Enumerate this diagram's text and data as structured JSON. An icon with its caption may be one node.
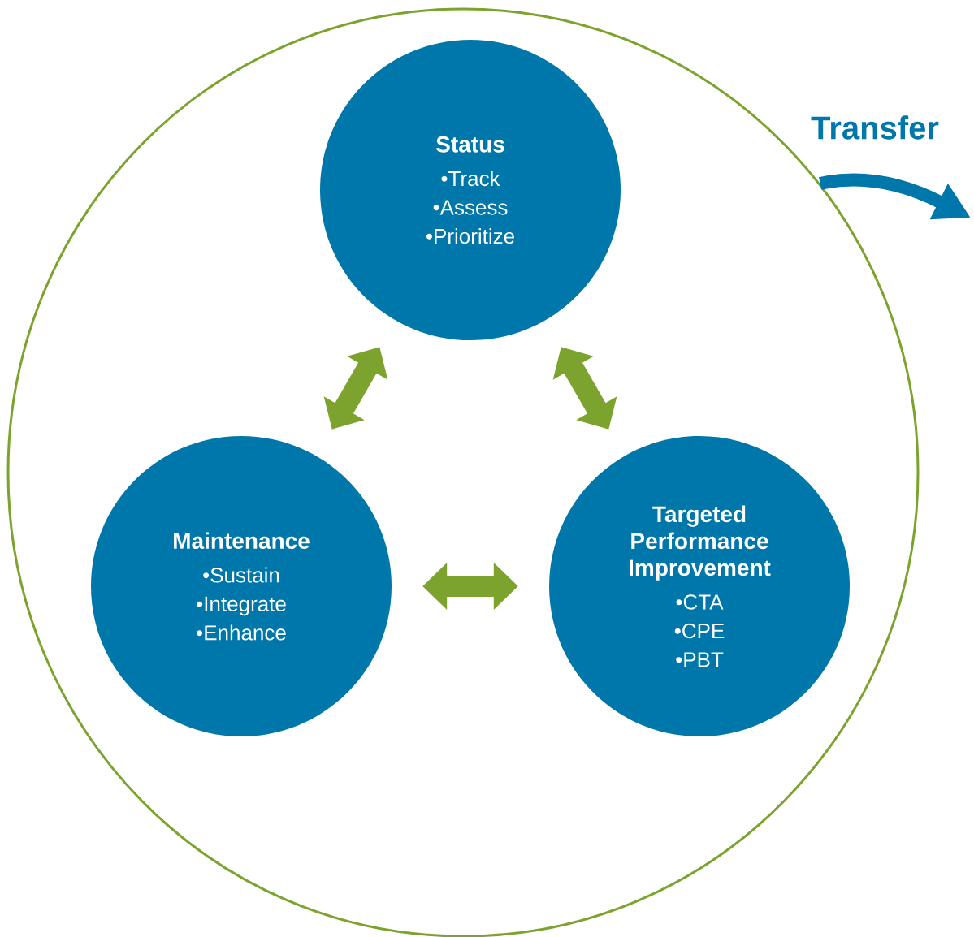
{
  "diagram": {
    "nodes": [
      {
        "text": [],
        "shape": "circle"
      },
      {
        "text": [
          "Status",
          "•Track",
          "•Assess",
          "•Prioritize"
        ],
        "in": 0
      },
      {
        "text": [
          "Maintenance",
          "•Sustain",
          "•Integrate",
          "•Enhance"
        ],
        "in": 0
      },
      {
        "text": [
          "Targeted Performance Improvement",
          "•CTA",
          "•CPE",
          "•PBT"
        ],
        "in": 0
      }
    ],
    "edges": [
      {
        "from": 1,
        "to": 2,
        "arrow": "both"
      },
      {
        "from": 1,
        "to": 3,
        "arrow": "both"
      },
      {
        "from": 2,
        "to": 3,
        "arrow": "both"
      },
      {
        "from": 0,
        "to": null,
        "arrow": "to",
        "label": "Transfer",
        "color": "#0077aa"
      }
    ]
  }
}
